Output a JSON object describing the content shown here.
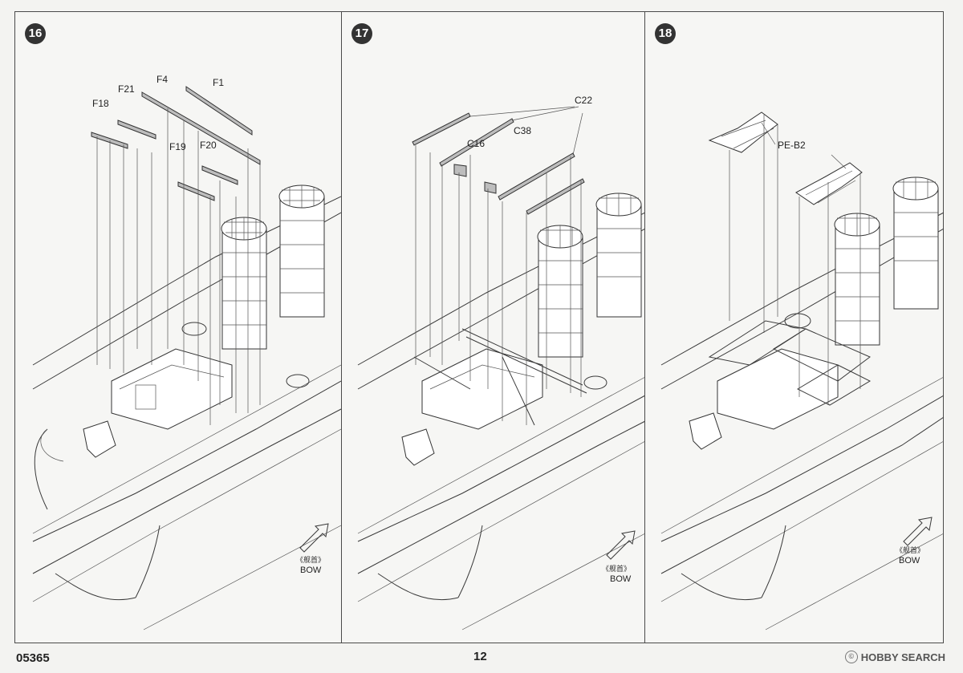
{
  "product_code": "05365",
  "page_number": "12",
  "watermark": "HOBBY SEARCH",
  "watermark_symbol": "©",
  "steps": [
    {
      "number": "16",
      "part_labels": [
        "F18",
        "F21",
        "F4",
        "F1",
        "F19",
        "F20"
      ],
      "bow_cn": "《舰首》",
      "bow_en": "BOW"
    },
    {
      "number": "17",
      "part_labels": [
        "C22",
        "C38",
        "C16"
      ],
      "bow_cn": "《舰首》",
      "bow_en": "BOW"
    },
    {
      "number": "18",
      "part_labels": [
        "PE-B2"
      ],
      "bow_cn": "《舰首》",
      "bow_en": "BOW"
    }
  ]
}
